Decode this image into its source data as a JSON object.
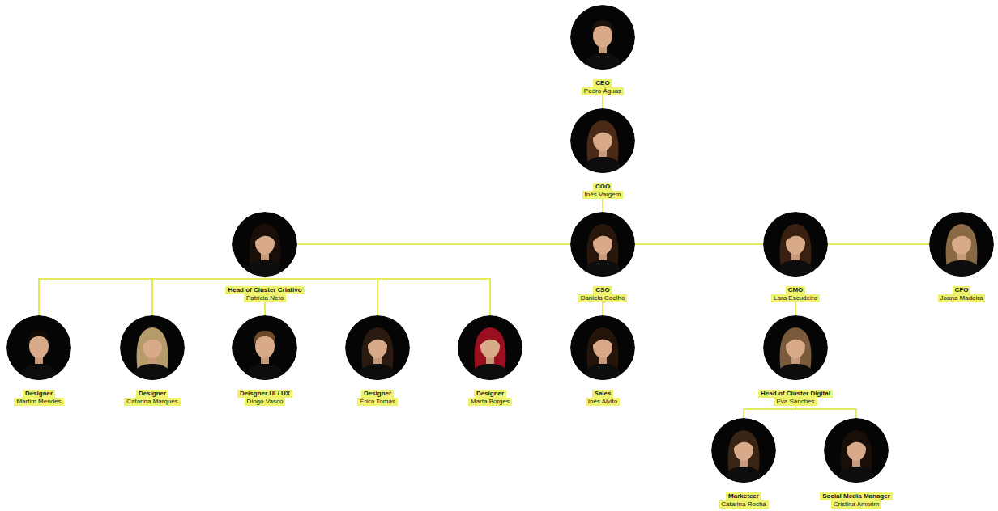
{
  "diagram": {
    "nodes": [
      {
        "text": [
          "CEO",
          "Pedro Águas"
        ]
      },
      {
        "text": [
          "COO",
          "Inês Vargem"
        ]
      },
      {
        "text": [
          "Head of Cluster Criativo",
          "Patrícia Neto"
        ]
      },
      {
        "text": [
          "CSO",
          "Daniela Coelho"
        ]
      },
      {
        "text": [
          "CMO",
          "Lara Escudeiro"
        ]
      },
      {
        "text": [
          "CFO",
          "Joana Madeira"
        ]
      },
      {
        "text": [
          "Designer",
          "Martim Mendes"
        ]
      },
      {
        "text": [
          "Designer",
          "Catarina Marques"
        ]
      },
      {
        "text": [
          "Deisgner UI / UX",
          "Diogo Vasco"
        ]
      },
      {
        "text": [
          "Designer",
          "Érica Tomás"
        ]
      },
      {
        "text": [
          "Designer",
          "Marta Borges"
        ]
      },
      {
        "text": [
          "Sales",
          "Inês Alvito"
        ]
      },
      {
        "text": [
          "Head of Cluster Digital",
          "Eva Sanches"
        ]
      },
      {
        "text": [
          "Marketeer",
          "Catarina Rocha"
        ]
      },
      {
        "text": [
          "Social Media Manager",
          "Cristina Amorim"
        ]
      }
    ],
    "edges": [
      {
        "from": 0,
        "to": 1,
        "arrow": "none"
      },
      {
        "from": 1,
        "to": 3,
        "arrow": "none"
      },
      {
        "from": 1,
        "to": 2,
        "arrow": "none"
      },
      {
        "from": 1,
        "to": 4,
        "arrow": "none"
      },
      {
        "from": 1,
        "to": 5,
        "arrow": "none"
      },
      {
        "from": 2,
        "to": 6,
        "arrow": "none"
      },
      {
        "from": 2,
        "to": 7,
        "arrow": "none"
      },
      {
        "from": 2,
        "to": 8,
        "arrow": "none"
      },
      {
        "from": 2,
        "to": 9,
        "arrow": "none"
      },
      {
        "from": 2,
        "to": 10,
        "arrow": "none"
      },
      {
        "from": 3,
        "to": 11,
        "arrow": "none"
      },
      {
        "from": 4,
        "to": 12,
        "arrow": "none"
      },
      {
        "from": 12,
        "to": 13,
        "arrow": "none"
      },
      {
        "from": 12,
        "to": 14,
        "arrow": "none"
      }
    ]
  }
}
